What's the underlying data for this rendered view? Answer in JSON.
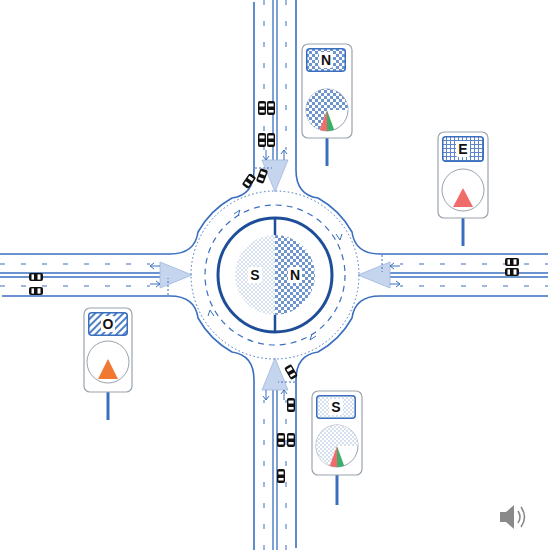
{
  "diagram": {
    "nodes": [
      {
        "text": [
          "N"
        ]
      },
      {
        "text": [
          "E"
        ]
      },
      {
        "text": [
          "S"
        ]
      },
      {
        "text": [
          "N"
        ]
      },
      {
        "text": [
          "O"
        ]
      },
      {
        "text": [
          "S"
        ]
      }
    ]
  }
}
